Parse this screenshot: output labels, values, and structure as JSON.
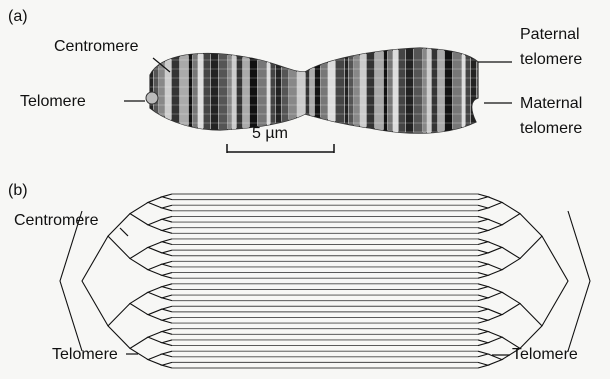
{
  "panel_a": {
    "tag": "(a)",
    "labels": {
      "centromere": "Centromere",
      "telomere": "Telomere",
      "paternal_line1": "Paternal",
      "paternal_line2": "telomere",
      "maternal_line1": "Maternal",
      "maternal_line2": "telomere"
    },
    "scale_bar": "5 µm"
  },
  "panel_b": {
    "tag": "(b)",
    "labels": {
      "centromere": "Centromere",
      "telomere_left": "Telomere",
      "telomere_right": "Telomere"
    },
    "strand_count": 32
  }
}
